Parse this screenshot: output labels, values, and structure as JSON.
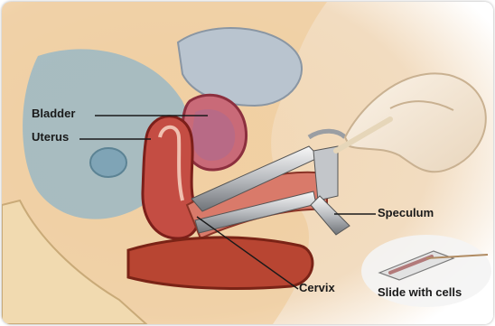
{
  "labels": {
    "bladder": "Bladder",
    "uterus": "Uterus",
    "speculum": "Speculum",
    "cervix": "Cervix",
    "slide": "Slide with cells"
  }
}
